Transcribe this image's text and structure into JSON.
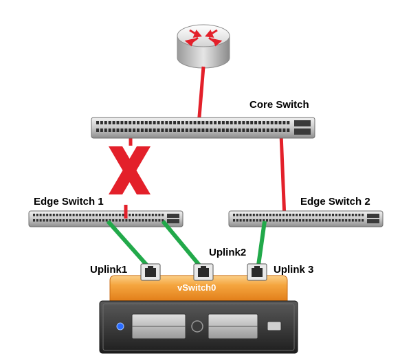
{
  "labels": {
    "core_switch": "Core Switch",
    "edge_switch_1": "Edge Switch 1",
    "edge_switch_2": "Edge Switch 2",
    "uplink1": "Uplink1",
    "uplink2": "Uplink2",
    "uplink3": "Uplink 3",
    "vswitch": "vSwitch0"
  },
  "colors": {
    "failed_link": "#e3202a",
    "active_link": "#22a94a",
    "failure_mark": "#e3202a",
    "vswitch_bar": "#f39a2e",
    "server": "#3a3a3a",
    "led": "#2a6cff"
  },
  "icons": [
    "router-icon",
    "core-switch-icon",
    "edge-switch-icon",
    "nic-port-icon",
    "failure-x-icon",
    "server-icon"
  ]
}
